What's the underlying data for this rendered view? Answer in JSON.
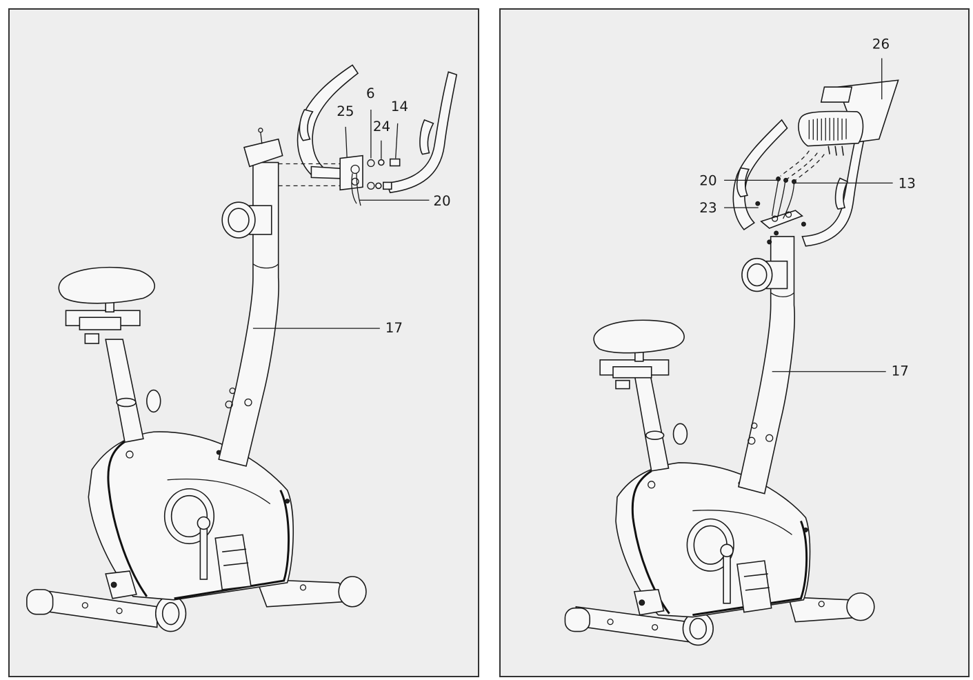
{
  "colors": {
    "panel_bg": "#eeeeee",
    "line": "#1a1a1a",
    "border": "#333333"
  },
  "left_panel": {
    "callouts": {
      "c25": "25",
      "c6": "6",
      "c24": "24",
      "c14": "14",
      "c20": "20",
      "c17": "17"
    }
  },
  "right_panel": {
    "callouts": {
      "c26": "26",
      "c20": "20",
      "c13": "13",
      "c23": "23",
      "c17": "17"
    }
  }
}
